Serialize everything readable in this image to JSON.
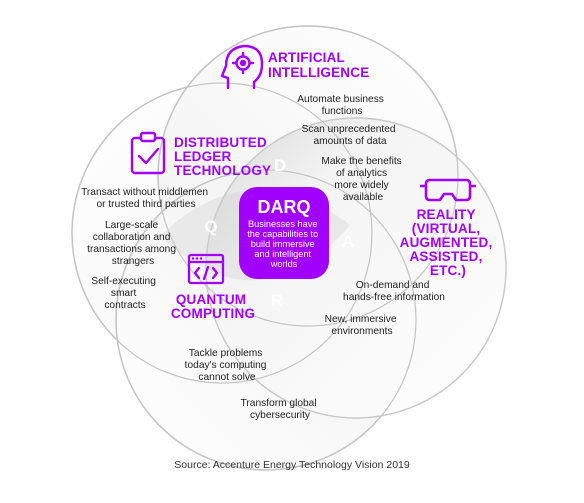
{
  "colors": {
    "accent": "#a100ff",
    "circle_stroke": "#c9c9c9",
    "letter_fill": "#ffffff",
    "text": "#222222"
  },
  "center": {
    "title": "DARQ",
    "lines": [
      "Businesses have",
      "the capabilities to",
      "build immersive",
      "and intelligent",
      "worlds"
    ]
  },
  "letters": {
    "d": "D",
    "a": "A",
    "r": "R",
    "q": "Q"
  },
  "ai": {
    "icon": "ai-head-gear-icon",
    "title_lines": [
      "ARTIFICIAL",
      "INTELLIGENCE"
    ],
    "points": [
      [
        "Automate business",
        "functions"
      ],
      [
        "Scan unprecedented",
        "amounts of data"
      ],
      [
        "Make the benefits",
        "of analytics",
        "more widely",
        "available"
      ]
    ]
  },
  "dlt": {
    "icon": "clipboard-check-icon",
    "title_lines": [
      "DISTRIBUTED",
      "LEDGER",
      "TECHNOLOGY"
    ],
    "points": [
      [
        "Transact without middlemen",
        "or trusted third parties"
      ],
      [
        "Large-scale",
        "collaboration and",
        "transactions among",
        "strangers"
      ],
      [
        "Self-executing",
        "smart",
        "contracts"
      ]
    ]
  },
  "reality": {
    "icon": "vr-headset-icon",
    "title_lines": [
      "REALITY",
      "(VIRTUAL,",
      "AUGMENTED,",
      "ASSISTED,",
      "ETC.)"
    ],
    "points": [
      [
        "On-demand and",
        "hands-free information"
      ],
      [
        "New, immersive",
        "environments"
      ]
    ]
  },
  "quantum": {
    "icon": "code-window-icon",
    "title_lines": [
      "QUANTUM",
      "COMPUTING"
    ],
    "points": [
      [
        "Tackle problems",
        "today's computing",
        "cannot solve"
      ],
      [
        "Transform global",
        "cybersecurity"
      ]
    ]
  },
  "source": "Source: Accenture Energy Technology Vision 2019"
}
